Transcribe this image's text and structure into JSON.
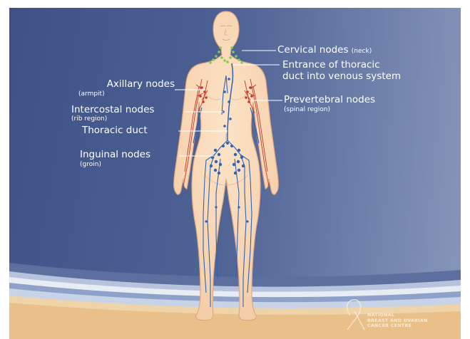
{
  "labels": {
    "cervical": {
      "name": "Cervical nodes",
      "sub": "(neck)"
    },
    "entrance": {
      "line1": "Entrance of thoracic",
      "line2": "duct into venous system"
    },
    "axillary": {
      "name": "Axillary nodes",
      "sub": "(armpit)"
    },
    "intercostal": {
      "name": "Intercostal nodes",
      "sub": "(rib region)"
    },
    "prevertebral": {
      "name": "Prevertebral nodes",
      "sub": "(spinal region)"
    },
    "thoracic": {
      "name": "Thoracic duct"
    },
    "inguinal": {
      "name": "Inguinal nodes",
      "sub": "(groin)"
    }
  },
  "logo": {
    "line1": "NATIONAL",
    "line2": "BREAST AND OVARIAN",
    "line3": "CANCER CENTRE"
  },
  "colors": {
    "background": "#4b5f92",
    "skin": "#f8d8b8",
    "skin_outline": "#e0a882",
    "lymph_blue": "#2f63b4",
    "vessel_red": "#c0392b",
    "node_green": "#7ed04b",
    "label_line": "#ffffff"
  }
}
